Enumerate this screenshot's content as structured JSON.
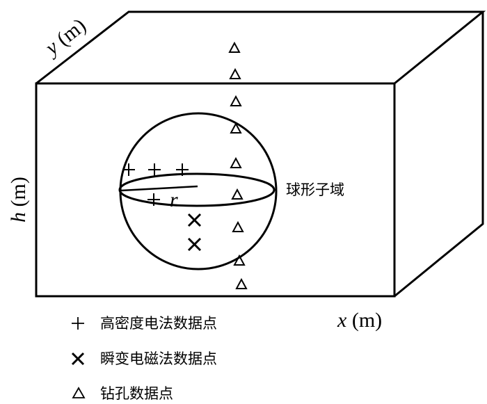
{
  "axes": {
    "x": {
      "var": "x",
      "unit": " (m)"
    },
    "y": {
      "var": "y",
      "unit": " (m)"
    },
    "h": {
      "var": "h",
      "unit": " (m)"
    }
  },
  "sphere": {
    "label": "球形子域",
    "radius_label": "r"
  },
  "legend": [
    {
      "symbol": "plus-icon",
      "label": "高密度电法数据点"
    },
    {
      "symbol": "cross-icon",
      "label": "瞬变电磁法数据点"
    },
    {
      "symbol": "triangle-icon",
      "label": "钻孔数据点"
    }
  ],
  "colors": {
    "stroke": "#000000",
    "background": "#ffffff"
  }
}
